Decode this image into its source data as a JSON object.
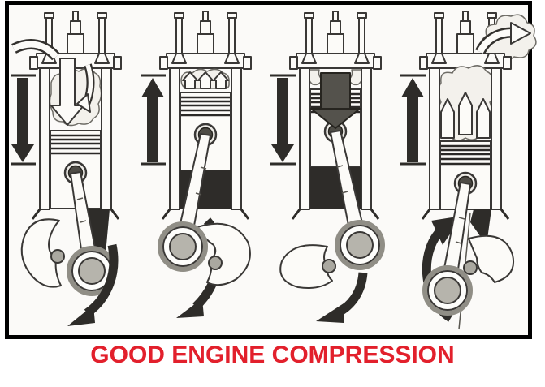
{
  "caption": {
    "text": "GOOD ENGINE COMPRESSION",
    "color": "#e2202c"
  },
  "frame": {
    "border_color": "#000000",
    "background_color": "#fbfaf8"
  },
  "diagram": {
    "type": "four-stroke-engine-cycle-illustration",
    "panels": [
      {
        "name": "intake-stroke",
        "piston_travel_arrow": "down",
        "icons": [
          "piston-travel-down-arrow-icon",
          "intake-flow-arrow-icon",
          "intake-charge-cloud-icon",
          "crank-rotation-arrow-icon"
        ]
      },
      {
        "name": "compression-stroke",
        "piston_travel_arrow": "up",
        "icons": [
          "piston-travel-up-arrow-icon",
          "compression-arrows-icon",
          "crank-rotation-arrow-icon"
        ]
      },
      {
        "name": "power-stroke",
        "piston_travel_arrow": "down",
        "icons": [
          "piston-travel-down-arrow-icon",
          "combustion-force-arrow-icon",
          "crank-rotation-arrow-icon"
        ]
      },
      {
        "name": "exhaust-stroke",
        "piston_travel_arrow": "up",
        "icons": [
          "piston-travel-up-arrow-icon",
          "exhaust-smoke-icon",
          "exhaust-flow-arrow-icon",
          "crank-rotation-arrow-icon"
        ]
      }
    ]
  }
}
